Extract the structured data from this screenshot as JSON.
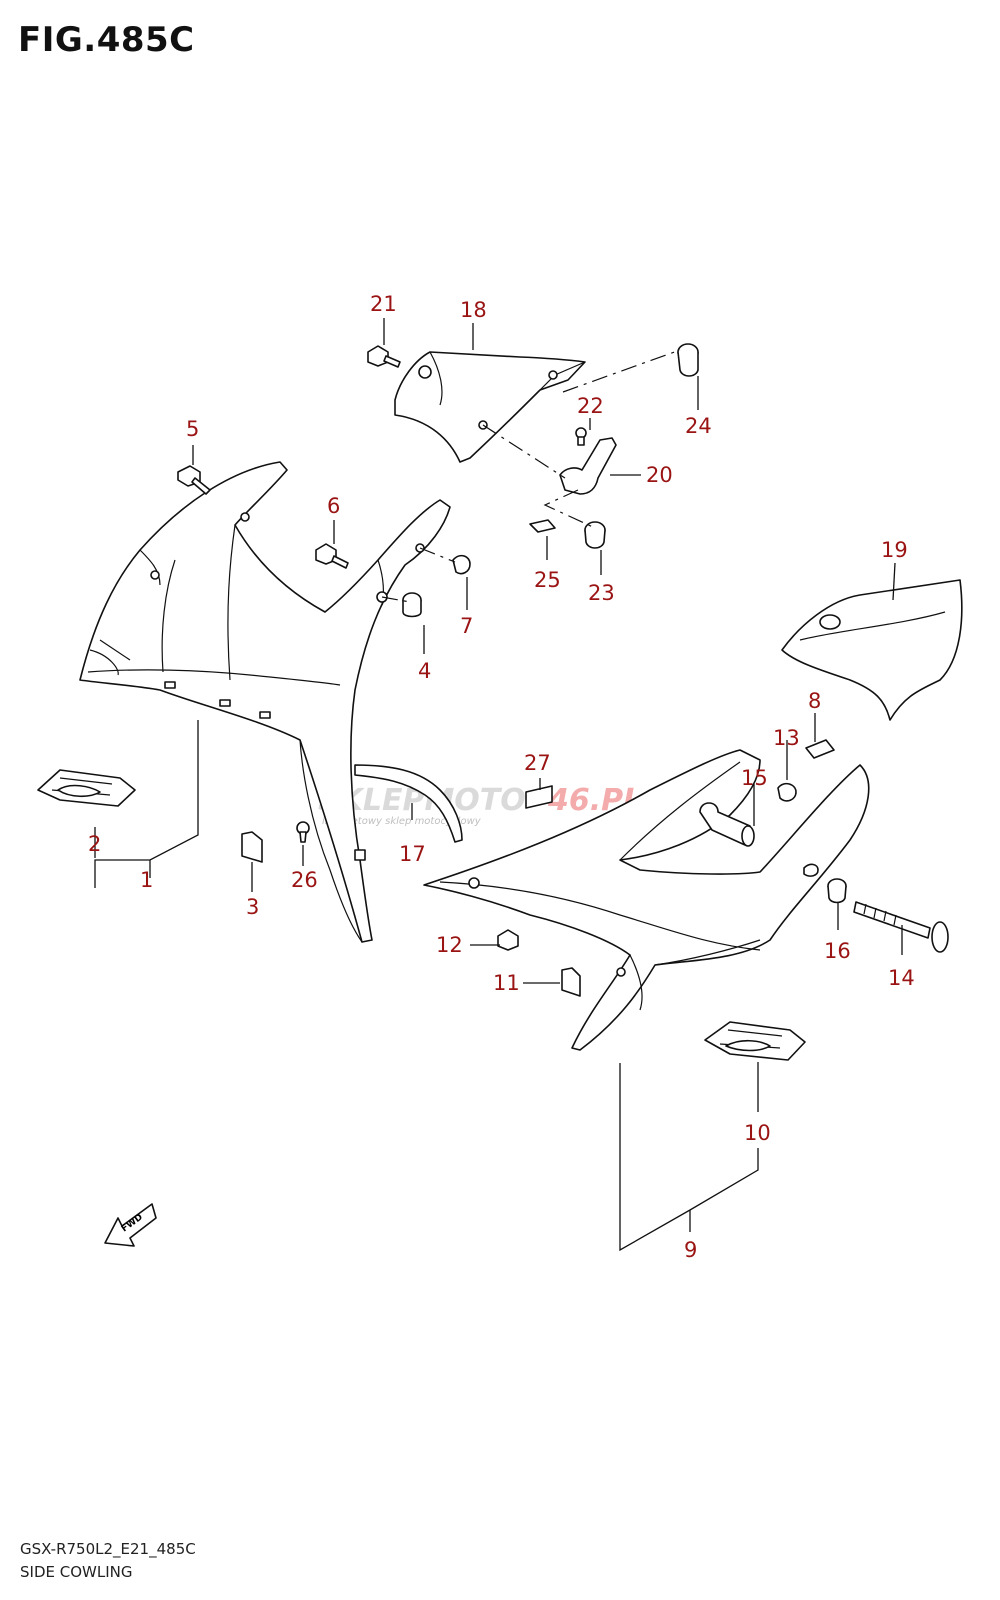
{
  "figure": {
    "title": "FIG.485C",
    "model_code": "GSX-R750L2_E21_485C",
    "section_name": "SIDE COWLING"
  },
  "callouts": [
    "1",
    "2",
    "3",
    "4",
    "5",
    "6",
    "7",
    "8",
    "9",
    "10",
    "11",
    "12",
    "13",
    "14",
    "15",
    "16",
    "17",
    "18",
    "19",
    "20",
    "21",
    "22",
    "23",
    "24",
    "25",
    "26",
    "27"
  ],
  "fwd_label": "FWD",
  "watermark": {
    "brand_a": "SKLEPMOTO",
    "brand_b": "46.PL",
    "tagline": "internetowy sklep motocyklowy"
  },
  "colors": {
    "callout": "#9a1414",
    "line": "#111111",
    "watermark_grey": "#c8c8c8",
    "watermark_red": "#f2a3a3"
  }
}
